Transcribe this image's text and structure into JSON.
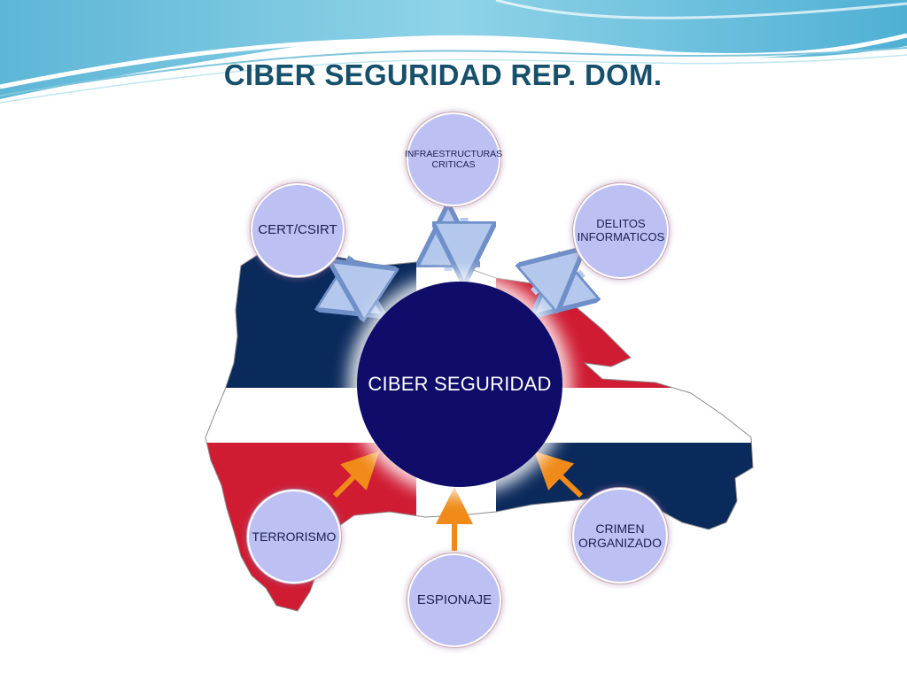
{
  "slide": {
    "title": "CIBER SEGURIDAD REP. DOM."
  },
  "diagram": {
    "center_label": "CIBER SEGURIDAD",
    "nodes": [
      {
        "id": "infraestructuras",
        "label": "INFRAESTRUCTURAS\nCRITICAS"
      },
      {
        "id": "cert",
        "label": "CERT/CSIRT"
      },
      {
        "id": "delitos",
        "label": "DELITOS\nINFORMATICOS"
      },
      {
        "id": "terrorismo",
        "label": "TERRORISMO"
      },
      {
        "id": "espionaje",
        "label": "ESPIONAJE"
      },
      {
        "id": "crimen",
        "label": "CRIMEN\nORGANIZADO"
      }
    ],
    "colors": {
      "flag_blue": "#0b2a5c",
      "flag_red": "#d01c33",
      "node_fill": "#bcc0f2",
      "center_fill": "#0f0c6a",
      "title": "#17506b",
      "threat_arrow": "#f08a18",
      "link_arrow": "#b3c8ec"
    }
  }
}
